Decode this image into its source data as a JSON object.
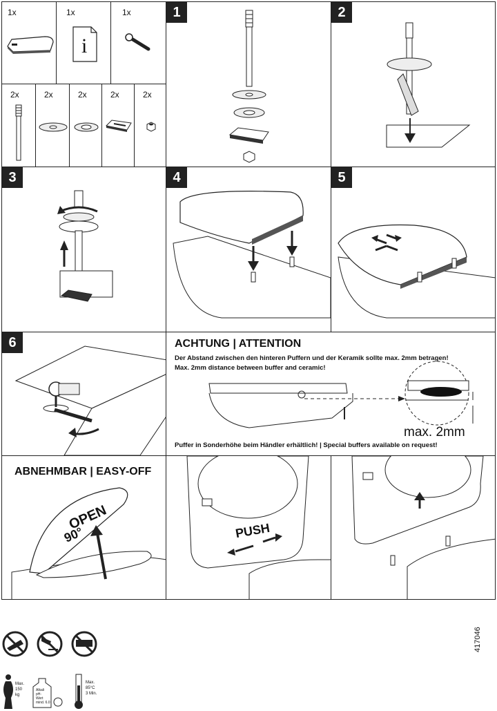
{
  "parts": {
    "row1": [
      {
        "qty": "1x",
        "icon": "toilet-seat-icon"
      },
      {
        "qty": "1x",
        "icon": "info-sheet-icon",
        "glyph": "i"
      },
      {
        "qty": "1x",
        "icon": "wrench-icon"
      }
    ],
    "row2": [
      {
        "qty": "2x",
        "icon": "threaded-bolt-icon"
      },
      {
        "qty": "2x",
        "icon": "washer-icon"
      },
      {
        "qty": "2x",
        "icon": "washer-icon"
      },
      {
        "qty": "2x",
        "icon": "fixing-plate-icon"
      },
      {
        "qty": "2x",
        "icon": "nut-icon"
      }
    ]
  },
  "steps": [
    "1",
    "2",
    "3",
    "4",
    "5",
    "6"
  ],
  "attention": {
    "title": "ACHTUNG | ATTENTION",
    "line_de": "Der Abstand zwischen den hinteren Puffern und der Keramik sollte max. 2mm betragen!",
    "line_en": "Max. 2mm distance between buffer and ceramic!",
    "max_label": "max. 2mm",
    "footer": "Puffer in Sonderhöhe beim Händler erhältlich! | Special buffers available on request!"
  },
  "easy_off": {
    "title": "ABNEHMBAR | EASY-OFF",
    "open_label": "OPEN",
    "angle_label": "90°",
    "push_label": "PUSH"
  },
  "care": {
    "weight": [
      "Max.",
      "150",
      "kg"
    ],
    "cleaner": [
      "Alkali",
      "pH-",
      "Wert",
      "mind. 6.0"
    ],
    "temperature": [
      "Max.",
      "85°C",
      "3 Min."
    ]
  },
  "article_number": "417046"
}
